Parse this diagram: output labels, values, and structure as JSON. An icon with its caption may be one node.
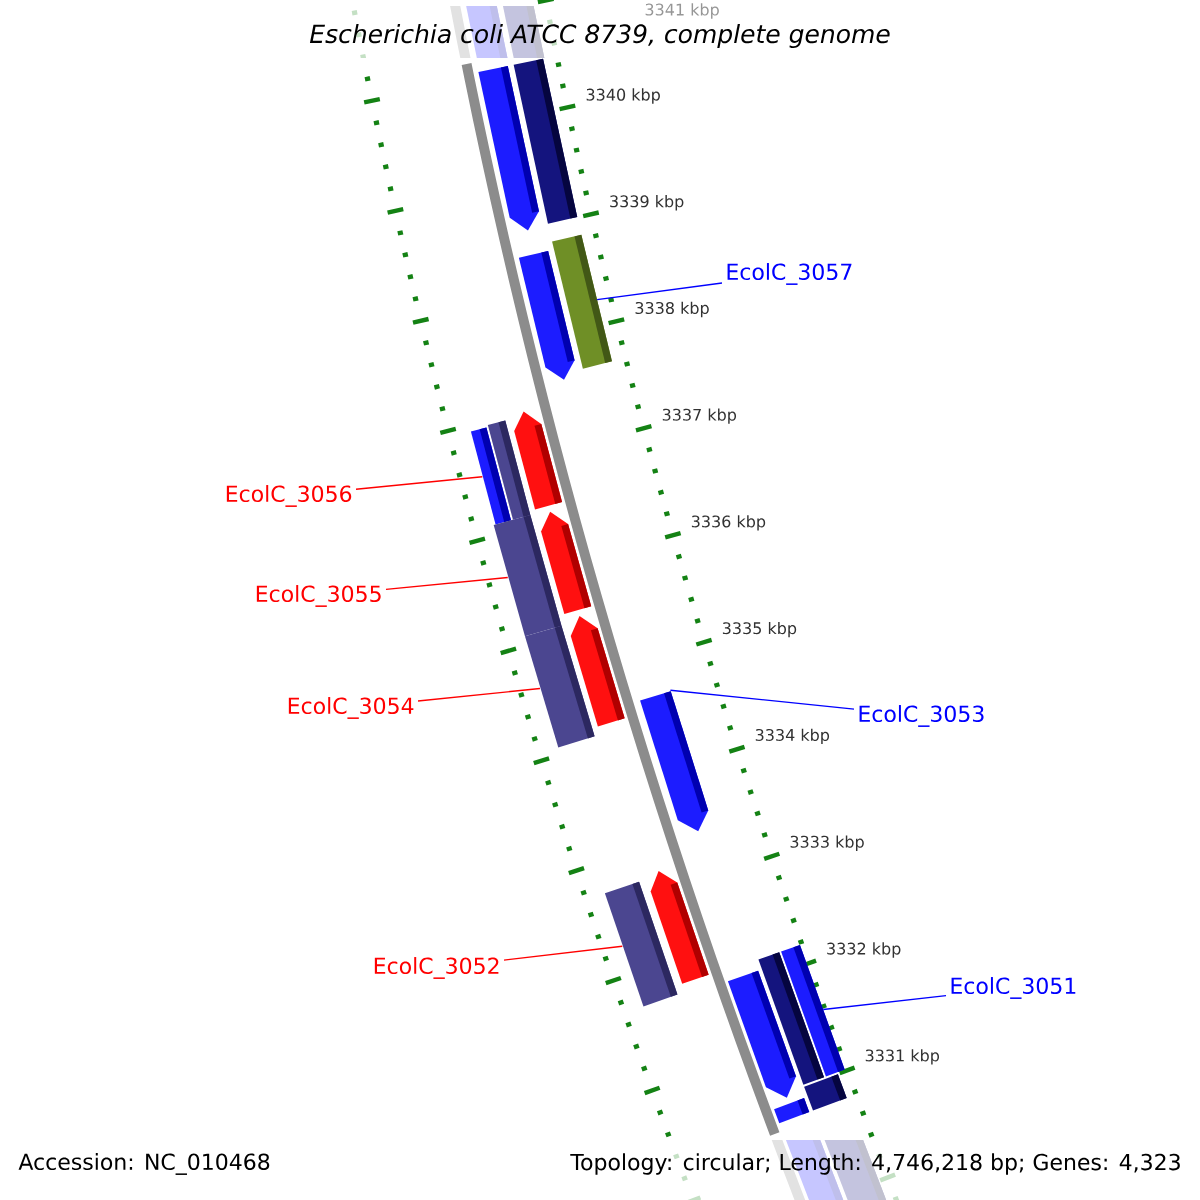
{
  "diagram": {
    "title": "Escherichia coli ATCC 8739, complete genome",
    "nodes": [
      {
        "text": [
          "EcolC_3057"
        ]
      },
      {
        "text": [],
        "shape": "bar"
      },
      {
        "text": [
          "EcolC_3056"
        ]
      },
      {
        "text": [],
        "shape": "bar"
      },
      {
        "text": [
          "EcolC_3055"
        ]
      },
      {
        "text": [],
        "shape": "bar"
      },
      {
        "text": [
          "EcolC_3054"
        ]
      },
      {
        "text": [],
        "shape": "bar"
      },
      {
        "text": [
          "EcolC_3053"
        ]
      },
      {
        "text": [],
        "shape": "arrow"
      },
      {
        "text": [
          "EcolC_3052"
        ]
      },
      {
        "text": [],
        "shape": "bar"
      },
      {
        "text": [
          "EcolC_3051"
        ]
      },
      {
        "text": [],
        "shape": "bar"
      },
      {
        "text": [],
        "shape": "arrow"
      },
      {
        "text": [],
        "shape": "bar"
      },
      {
        "text": [],
        "shape": "arrow"
      },
      {
        "text": [],
        "shape": "bar"
      },
      {
        "text": [],
        "shape": "arrow"
      },
      {
        "text": [],
        "shape": "arrow"
      },
      {
        "text": [],
        "shape": "arrow"
      },
      {
        "text": [],
        "shape": "arrow"
      },
      {
        "text": [],
        "shape": "arrow"
      },
      {
        "text": [],
        "shape": "bar"
      },
      {
        "text": [],
        "shape": "bar"
      },
      {
        "text": [],
        "shape": "bar"
      }
    ],
    "edges": [
      {
        "from": 0,
        "to": 1,
        "arrow": "none",
        "color": "#0000ff"
      },
      {
        "from": 2,
        "to": 3,
        "arrow": "none"
      },
      {
        "from": 4,
        "to": 5,
        "arrow": "none"
      },
      {
        "from": 6,
        "to": 7,
        "arrow": "none"
      },
      {
        "from": 8,
        "to": 9,
        "arrow": "none",
        "color": "#0000ff"
      },
      {
        "from": 10,
        "to": 11,
        "arrow": "none"
      },
      {
        "from": 12,
        "to": 13,
        "arrow": "none",
        "color": "#0000ff"
      }
    ],
    "labels": [
      "3341 kbp",
      "3340 kbp",
      "3339 kbp",
      "3338 kbp",
      "3337 kbp",
      "3336 kbp",
      "3335 kbp",
      "3334 kbp",
      "3333 kbp",
      "3332 kbp",
      "3331 kbp",
      "Accession: NC_010468",
      "Topology: circular; Length: 4,746,218 bp; Genes: 4,323"
    ]
  }
}
